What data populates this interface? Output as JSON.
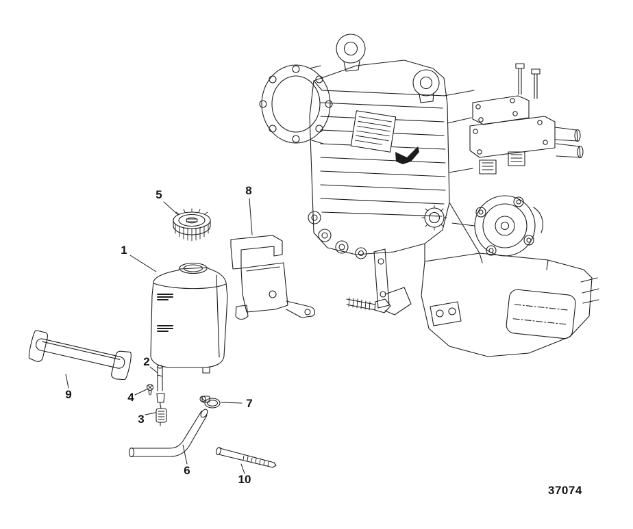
{
  "figure": {
    "number": "37074",
    "line_color": "#1c1c1c",
    "background_color": "#ffffff"
  },
  "callouts": [
    {
      "label": "1",
      "part": "oil-reservoir-tank"
    },
    {
      "label": "2",
      "part": "dipstick-tube"
    },
    {
      "label": "3",
      "part": "sensor-probe"
    },
    {
      "label": "4",
      "part": "small-screw"
    },
    {
      "label": "5",
      "part": "filler-cap"
    },
    {
      "label": "6",
      "part": "bent-hose"
    },
    {
      "label": "7",
      "part": "hose-clamp"
    },
    {
      "label": "8",
      "part": "mounting-bracket"
    },
    {
      "label": "9",
      "part": "retaining-strap"
    },
    {
      "label": "10",
      "part": "long-bolt"
    }
  ]
}
